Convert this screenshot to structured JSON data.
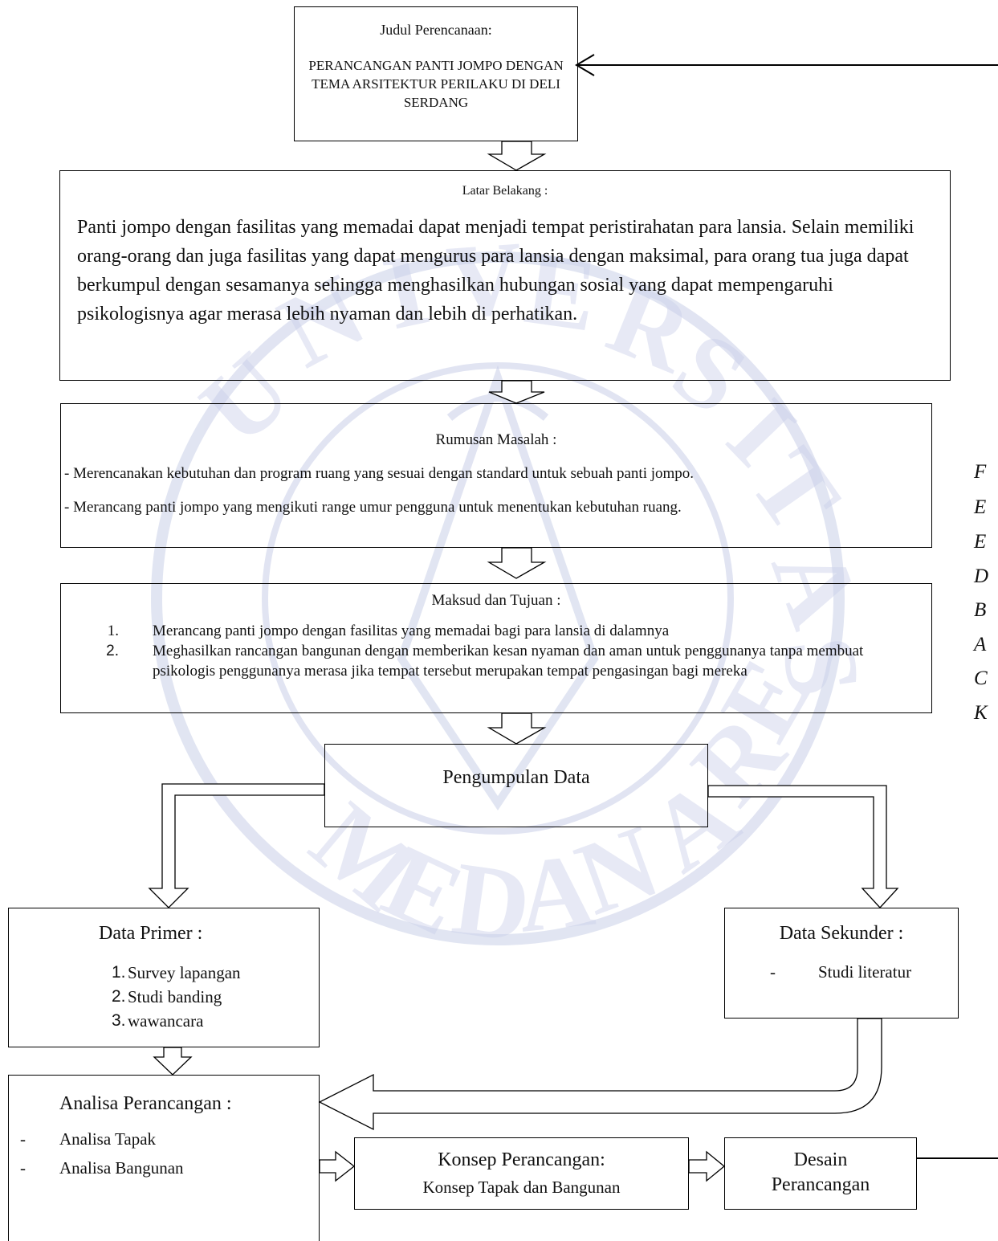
{
  "judul": {
    "heading": "Judul Perencanaan:",
    "title_lines": [
      "PERANCANGAN PANTI JOMPO DENGAN",
      "TEMA ARSITEKTUR PERILAKU DI DELI",
      "SERDANG"
    ]
  },
  "latar": {
    "heading": "Latar Belakang :",
    "body": "Panti jompo dengan fasilitas yang memadai dapat menjadi tempat peristirahatan para lansia. Selain memiliki orang-orang dan juga fasilitas yang dapat mengurus para lansia dengan maksimal, para orang tua juga dapat berkumpul dengan sesamanya sehingga menghasilkan hubungan sosial yang dapat mempengaruhi psikologisnya agar merasa lebih nyaman dan lebih di perhatikan."
  },
  "rumusan": {
    "heading": "Rumusan Masalah :",
    "items": [
      "- Merencanakan kebutuhan dan program ruang yang sesuai dengan standard untuk sebuah panti jompo.",
      "- Merancang panti jompo yang mengikuti range umur pengguna untuk menentukan kebutuhan ruang."
    ]
  },
  "maksud": {
    "heading": "Maksud dan Tujuan :",
    "items": [
      {
        "num": "1.",
        "text": "Merancang panti jompo dengan fasilitas yang  memadai bagi para lansia di dalamnya"
      },
      {
        "num": "2.",
        "text": "Meghasilkan rancangan bangunan dengan memberikan kesan nyaman dan aman untuk penggunanya tanpa membuat psikologis penggunanya merasa jika tempat tersebut merupakan tempat pengasingan bagi mereka"
      }
    ]
  },
  "pengumpulan": {
    "label": "Pengumpulan Data"
  },
  "primer": {
    "heading": "Data Primer :",
    "items": [
      {
        "num": "1.",
        "text": "Survey lapangan"
      },
      {
        "num": "2.",
        "text": "Studi banding"
      },
      {
        "num": "3.",
        "text": "wawancara"
      }
    ]
  },
  "sekunder": {
    "heading": "Data Sekunder :",
    "items": [
      {
        "num": "-",
        "text": "Studi literatur"
      }
    ]
  },
  "analisa": {
    "heading": "Analisa Perancangan  :",
    "items": [
      {
        "num": "-",
        "text": "Analisa Tapak"
      },
      {
        "num": "-",
        "text": "Analisa Bangunan"
      }
    ]
  },
  "konsep": {
    "line1": "Konsep Perancangan:",
    "line2": "Konsep Tapak dan Bangunan"
  },
  "desain": {
    "line1": "Desain",
    "line2": "Perancangan"
  },
  "side_letters": [
    "F",
    "E",
    "E",
    "D",
    "B",
    "A",
    "C",
    "K"
  ]
}
